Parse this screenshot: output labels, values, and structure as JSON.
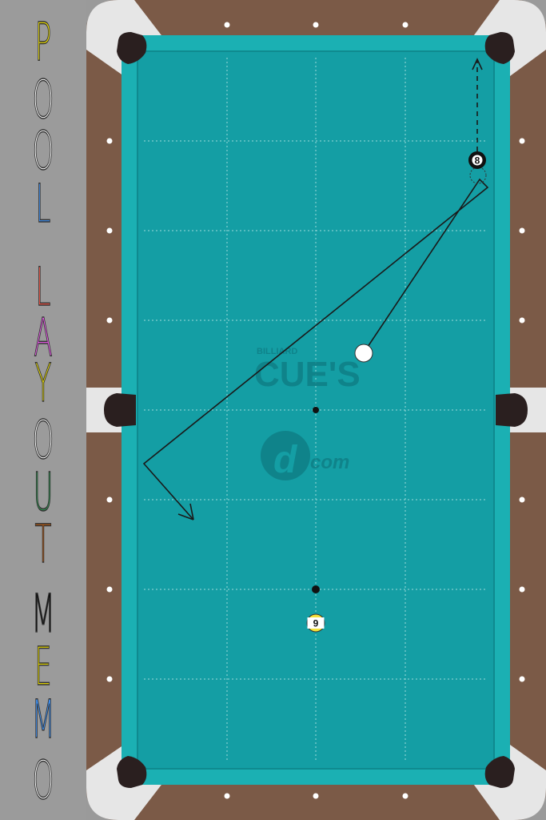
{
  "title": {
    "letters": [
      {
        "char": "P",
        "color": "#f4e600"
      },
      {
        "char": "O",
        "color": "#ffffff"
      },
      {
        "char": "O",
        "color": "#ffffff"
      },
      {
        "char": "L",
        "color": "#3d8ff0"
      },
      {
        "char": "L",
        "color": "#ff5a4a"
      },
      {
        "char": "A",
        "color": "#f05bf0"
      },
      {
        "char": "Y",
        "color": "#f4e600"
      },
      {
        "char": "O",
        "color": "#ffffff"
      },
      {
        "char": "U",
        "color": "#2f8f4f"
      },
      {
        "char": "T",
        "color": "#b85a10"
      },
      {
        "char": "M",
        "color": "#111111"
      },
      {
        "char": "E",
        "color": "#f4e600"
      },
      {
        "char": "M",
        "color": "#3d8ff0"
      },
      {
        "char": "O",
        "color": "#ffffff"
      }
    ]
  },
  "watermark": {
    "small": "BILLIARD",
    "main": "CUE'S",
    "logo": "d",
    "com": "com"
  },
  "balls": [
    {
      "id": "cue",
      "label": ""
    },
    {
      "id": "eight",
      "label": "8"
    },
    {
      "id": "nine",
      "label": "9"
    }
  ],
  "colors": {
    "cloth": "#149ea4",
    "cushion": "#1bb0b3",
    "rail": "#7b5a47",
    "pocket": "#2a1f1f",
    "corner": "#e6e6e6",
    "shot_line": "#1a1a1a"
  }
}
